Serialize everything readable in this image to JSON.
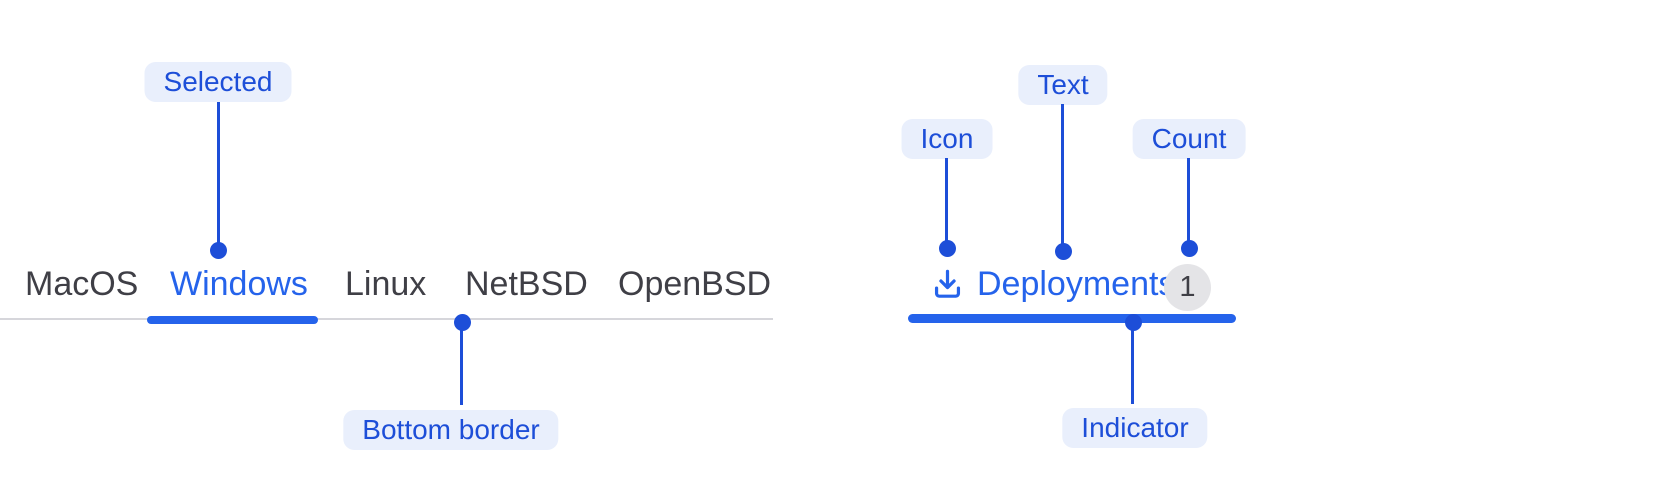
{
  "colors": {
    "accent_blue": "#2563eb",
    "annotation_blue": "#1d4ed8",
    "annotation_pill_bg": "#e9effc",
    "tab_text_gray": "#3f3f46",
    "divider_gray": "#d6d6db",
    "badge_bg": "#e4e4e7",
    "badge_text": "#3f3f46"
  },
  "os_tabs": {
    "items": [
      {
        "label": "MacOS",
        "selected": false
      },
      {
        "label": "Windows",
        "selected": true
      },
      {
        "label": "Linux",
        "selected": false
      },
      {
        "label": "NetBSD",
        "selected": false
      },
      {
        "label": "OpenBSD",
        "selected": false
      }
    ],
    "annotations": {
      "selected": "Selected",
      "bottom_border": "Bottom border"
    }
  },
  "deployments_tab": {
    "icon": "download-icon",
    "label": "Deployments",
    "count": "1",
    "annotations": {
      "icon": "Icon",
      "text": "Text",
      "count": "Count",
      "indicator": "Indicator"
    }
  }
}
